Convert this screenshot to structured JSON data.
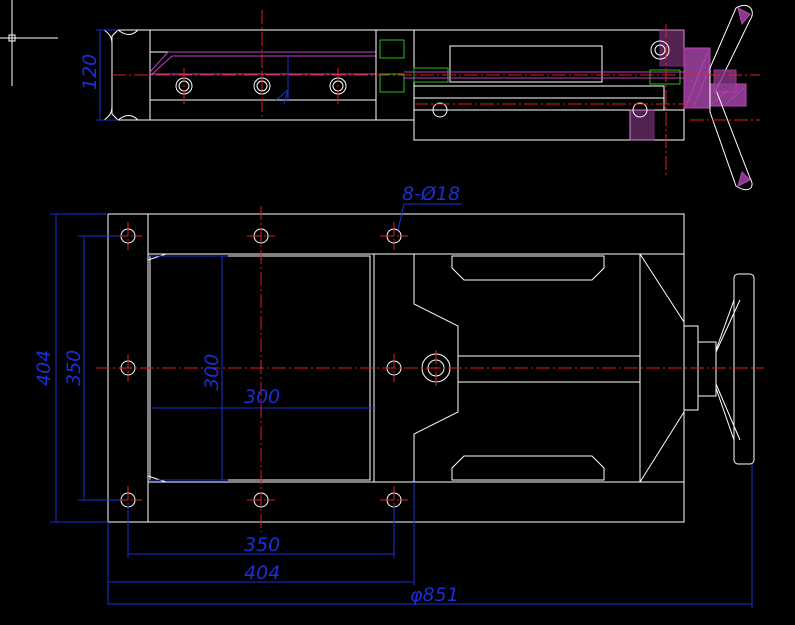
{
  "drawing": {
    "hole_callout": "8-Ø18",
    "dimensions": {
      "top_height": "120",
      "overall_height": "404",
      "hole_span_vertical": "350",
      "opening_height": "300",
      "opening_width": "300",
      "hole_span_horizontal": "350",
      "overall_width": "404",
      "handwheel_dia_span": "φ851"
    },
    "colors": {
      "background": "#000000",
      "outline": "#ffffff",
      "dimension": "#1a2fd6",
      "centerline": "#e0201c",
      "detail": "#20c020",
      "section": "#c040c0"
    }
  }
}
